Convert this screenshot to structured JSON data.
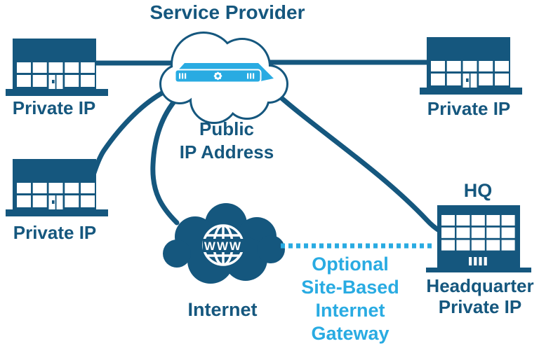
{
  "labels": {
    "service_provider": "Service Provider",
    "public_ip": {
      "line1": "Public",
      "line2": "IP Address"
    },
    "private_ip_top_left": "Private IP",
    "private_ip_top_right": "Private IP",
    "private_ip_mid_left": "Private IP",
    "internet": "Internet",
    "hq": "HQ",
    "headquarter_private_ip": {
      "line1": "Headquarter",
      "line2": "Private IP"
    },
    "optional_gateway": {
      "line1": "Optional",
      "line2": "Site-Based",
      "line3": "Internet",
      "line4": "Gateway"
    },
    "www": "WWW"
  },
  "colors": {
    "dark_blue": "#15577E",
    "light_blue": "#29ABE2",
    "white": "#FFFFFF"
  },
  "icons": {
    "service_provider_cloud": "cloud-outline-icon",
    "internet_cloud": "cloud-filled-icon",
    "router": "network-switch-icon",
    "globe": "www-globe-icon",
    "branch_site": "storefront-building-icon",
    "headquarters_site": "office-building-icon"
  },
  "connections": [
    {
      "from": "branch-top-left",
      "to": "service-provider-cloud",
      "style": "solid"
    },
    {
      "from": "branch-top-right",
      "to": "service-provider-cloud",
      "style": "solid"
    },
    {
      "from": "branch-mid-left",
      "to": "service-provider-cloud",
      "style": "solid"
    },
    {
      "from": "internet-cloud",
      "to": "service-provider-cloud",
      "style": "solid"
    },
    {
      "from": "hq-building",
      "to": "service-provider-cloud",
      "style": "solid"
    },
    {
      "from": "internet-cloud",
      "to": "hq-building",
      "style": "dotted",
      "label": "Optional Site-Based Internet Gateway"
    }
  ]
}
